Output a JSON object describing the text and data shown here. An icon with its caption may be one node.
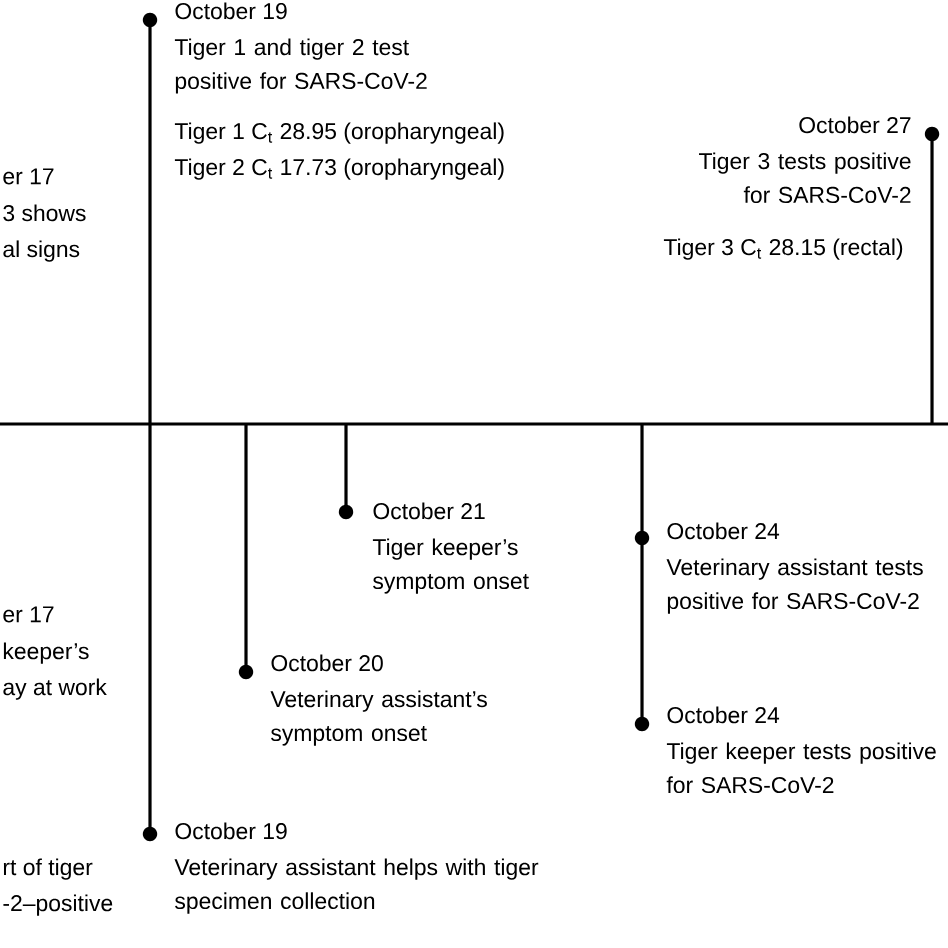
{
  "diagram": {
    "labels": [
      "October 19",
      "Tiger 1 and tiger 2 test positive for SARS-CoV-2",
      "Tiger 1 C$_{t}$ 28.95 (oropharyngeal)",
      "Tiger 2 C$_{t}$ 17.73 (oropharyngeal)",
      "October 27",
      "Tiger 3 tests positive for SARS-CoV-2",
      "er 17",
      "3 shows",
      "al signs",
      "Tiger 3 C$_{t}$ 28.15 (rectal)",
      "October 21",
      "Tiger keeper’s symptom onset",
      "October 24",
      "Veterinary assistant tests positive for SARS-CoV-2",
      "er 17",
      "keeper’s",
      "ay at work",
      "October 20",
      "Veterinary assistant’s symptom onset",
      "October 24",
      "Tiger keeper tests positive for SARS-CoV-2",
      "October 19",
      "rt of tiger",
      "Veterinary assistant helps with tiger specimen collection",
      "-2–positive"
    ]
  }
}
